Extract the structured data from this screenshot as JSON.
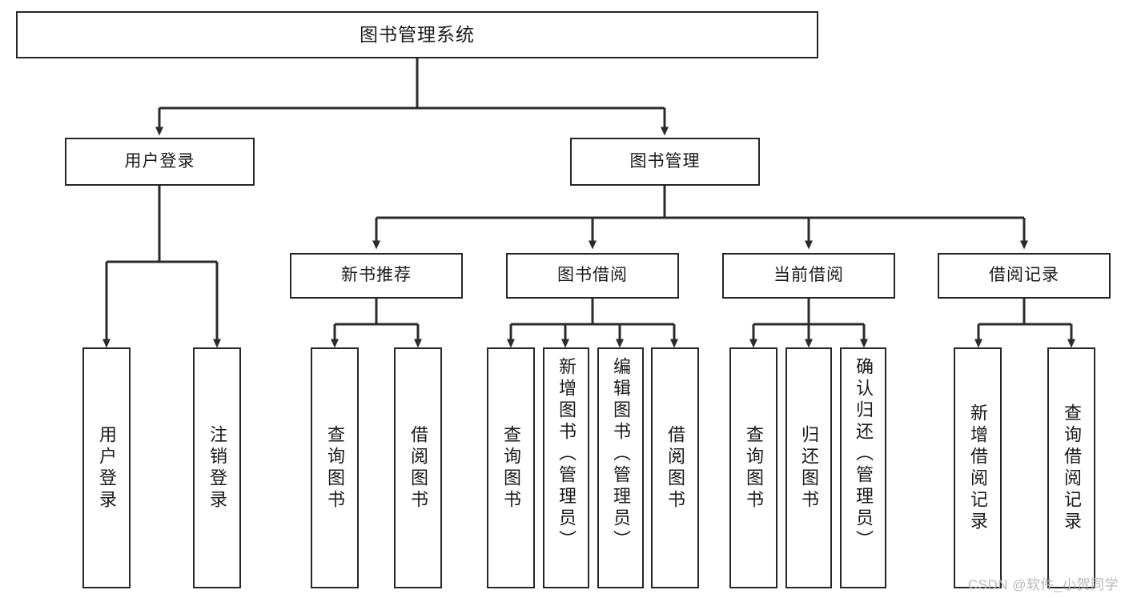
{
  "diagram": {
    "type": "tree-hierarchy",
    "title": "图书管理系统",
    "watermark": "CSDN @软件_小贺同学",
    "colors": {
      "border": "#262626",
      "background": "#ffffff",
      "text": "#1a1a1a",
      "watermark": "#b9b9b9"
    },
    "nodes": {
      "root": {
        "label": "图书管理系统"
      },
      "level2": [
        {
          "label": "用户登录"
        },
        {
          "label": "图书管理"
        }
      ],
      "level3": [
        {
          "label": "新书推荐"
        },
        {
          "label": "图书借阅"
        },
        {
          "label": "当前借阅"
        },
        {
          "label": "借阅记录"
        }
      ],
      "leaves_user_login": [
        {
          "label": "用户登录"
        },
        {
          "label": "注销登录"
        }
      ],
      "leaves_new_books": [
        {
          "label": "查询图书"
        },
        {
          "label": "借阅图书"
        }
      ],
      "leaves_borrow": [
        {
          "label": "查询图书"
        },
        {
          "label": "新增图书（管理员）"
        },
        {
          "label": "编辑图书（管理员）"
        },
        {
          "label": "借阅图书"
        }
      ],
      "leaves_current": [
        {
          "label": "查询图书"
        },
        {
          "label": "归还图书"
        },
        {
          "label": "确认归还（管理员）"
        }
      ],
      "leaves_records": [
        {
          "label": "新增借阅记录"
        },
        {
          "label": "查询借阅记录"
        }
      ]
    }
  }
}
